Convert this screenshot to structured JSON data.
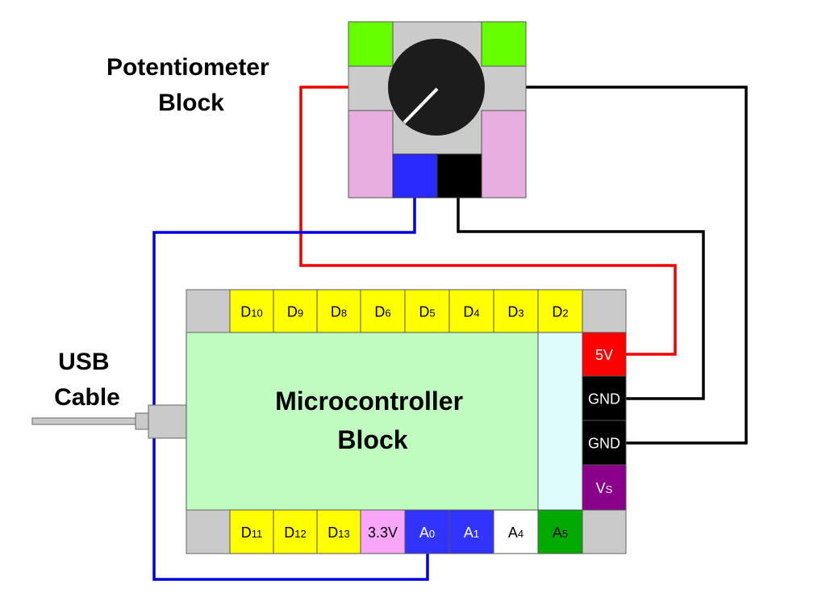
{
  "labels": {
    "potentiometer_block": [
      "Potentiometer",
      "Block"
    ],
    "usb_cable": [
      "USB",
      "Cable"
    ],
    "microcontroller_block": [
      "Microcontroller",
      "Block"
    ]
  },
  "colors": {
    "wire_red": "#ee0000",
    "wire_black": "#000000",
    "wire_blue": "#0000dd",
    "board_green": "#c0fcc0",
    "board_cyan": "#dffcfc",
    "corner_gray": "#cacaca",
    "pin_yellow": "#ffff00",
    "pin_pink": "#f9a6f9",
    "pin_blue": "#3333ff",
    "pin_white": "#ffffff",
    "pin_green": "#00aa00",
    "pin_red": "#ff0000",
    "pin_black": "#000000",
    "pin_purple": "#8b008b",
    "pot_green": "#66ff00",
    "pot_pink": "#e8aee0",
    "pot_gray": "#cbcbcb",
    "knob": "#1c1c1c"
  },
  "microcontroller": {
    "top_pins": [
      {
        "main": "D",
        "sub": "10",
        "color": "#ffff00",
        "text": "#000"
      },
      {
        "main": "D",
        "sub": "9",
        "color": "#ffff00",
        "text": "#000"
      },
      {
        "main": "D",
        "sub": "8",
        "color": "#ffff00",
        "text": "#000"
      },
      {
        "main": "D",
        "sub": "6",
        "color": "#ffff00",
        "text": "#000"
      },
      {
        "main": "D",
        "sub": "5",
        "color": "#ffff00",
        "text": "#000"
      },
      {
        "main": "D",
        "sub": "4",
        "color": "#ffff00",
        "text": "#000"
      },
      {
        "main": "D",
        "sub": "3",
        "color": "#ffff00",
        "text": "#000"
      },
      {
        "main": "D",
        "sub": "2",
        "color": "#ffff00",
        "text": "#000"
      }
    ],
    "bottom_pins": [
      {
        "main": "D",
        "sub": "11",
        "color": "#ffff00",
        "text": "#000"
      },
      {
        "main": "D",
        "sub": "12",
        "color": "#ffff00",
        "text": "#000"
      },
      {
        "main": "D",
        "sub": "13",
        "color": "#ffff00",
        "text": "#000"
      },
      {
        "main": "3.3V",
        "sub": "",
        "color": "#f9a6f9",
        "text": "#000"
      },
      {
        "main": "A",
        "sub": "0",
        "color": "#3333ff",
        "text": "#fff"
      },
      {
        "main": "A",
        "sub": "1",
        "color": "#3333ff",
        "text": "#fff"
      },
      {
        "main": "A",
        "sub": "4",
        "color": "#ffffff",
        "text": "#000"
      },
      {
        "main": "A",
        "sub": "5",
        "color": "#00aa00",
        "text": "#000"
      }
    ],
    "right_pins": [
      {
        "main": "5V",
        "sub": "",
        "color": "#ff0000",
        "text": "#fff"
      },
      {
        "main": "GND",
        "sub": "",
        "color": "#000000",
        "text": "#fff"
      },
      {
        "main": "GND",
        "sub": "",
        "color": "#000000",
        "text": "#fff"
      },
      {
        "main": "V",
        "sub": "S",
        "color": "#8b008b",
        "text": "#fff"
      }
    ]
  },
  "wires": [
    {
      "name": "wire-5v-red",
      "from": "potentiometer left terminal",
      "to": "5V",
      "color": "#ee0000"
    },
    {
      "name": "wire-gnd-inner-black",
      "from": "potentiometer black pin",
      "to": "GND (upper)",
      "color": "#000000"
    },
    {
      "name": "wire-gnd-outer-black",
      "from": "potentiometer right terminal",
      "to": "GND (lower)",
      "color": "#000000"
    },
    {
      "name": "wire-signal-blue",
      "from": "potentiometer blue pin",
      "to": "A0",
      "color": "#0000dd"
    }
  ]
}
